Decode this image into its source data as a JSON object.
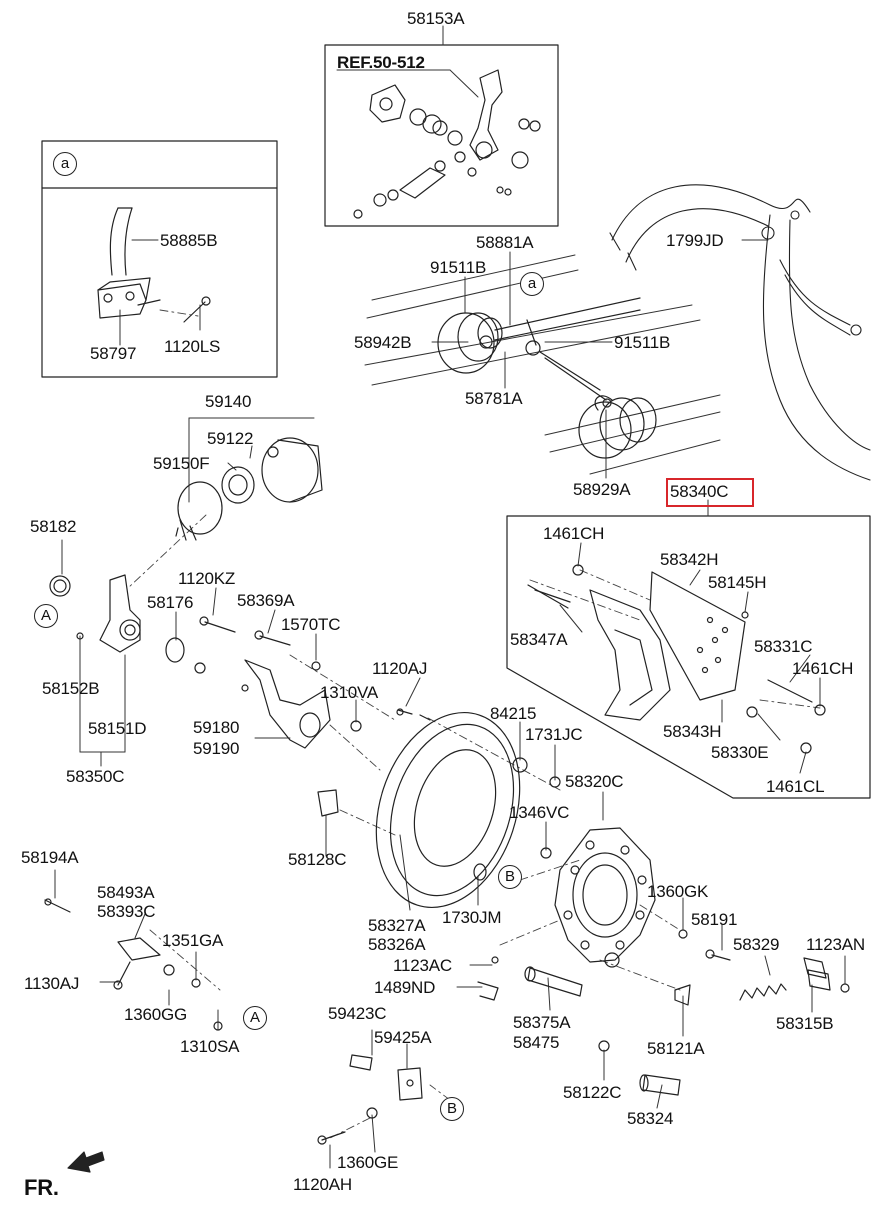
{
  "diagram": {
    "ref_label": "REF.50-512",
    "fr_label": "FR.",
    "highlighted_part": "58340C",
    "callouts": [
      "a",
      "a",
      "A",
      "A",
      "B",
      "B"
    ],
    "parts": [
      "58153A",
      "58885B",
      "58797",
      "1120LS",
      "58881A",
      "91511B",
      "91511B",
      "58942B",
      "58781A",
      "1799JD",
      "58929A",
      "58340C",
      "59140",
      "59122",
      "59150F",
      "58182",
      "1461CH",
      "58342H",
      "58145H",
      "58347A",
      "58331C",
      "1461CH",
      "58343H",
      "58330E",
      "1461CL",
      "1120KZ",
      "58369A",
      "58176",
      "1570TC",
      "58152B",
      "58151D",
      "58350C",
      "1120AJ",
      "1310VA",
      "59180",
      "59190",
      "84215",
      "1731JC",
      "58320C",
      "1346VC",
      "58128C",
      "1360GK",
      "58191",
      "58194A",
      "58493A",
      "58393C",
      "1351GA",
      "1130AJ",
      "1360GG",
      "1310SA",
      "58327A",
      "58326A",
      "1730JM",
      "1123AC",
      "1489ND",
      "58329",
      "1123AN",
      "58375A",
      "58475",
      "58121A",
      "58315B",
      "59423C",
      "59425A",
      "58122C",
      "58324",
      "1360GE",
      "1120AH"
    ]
  }
}
